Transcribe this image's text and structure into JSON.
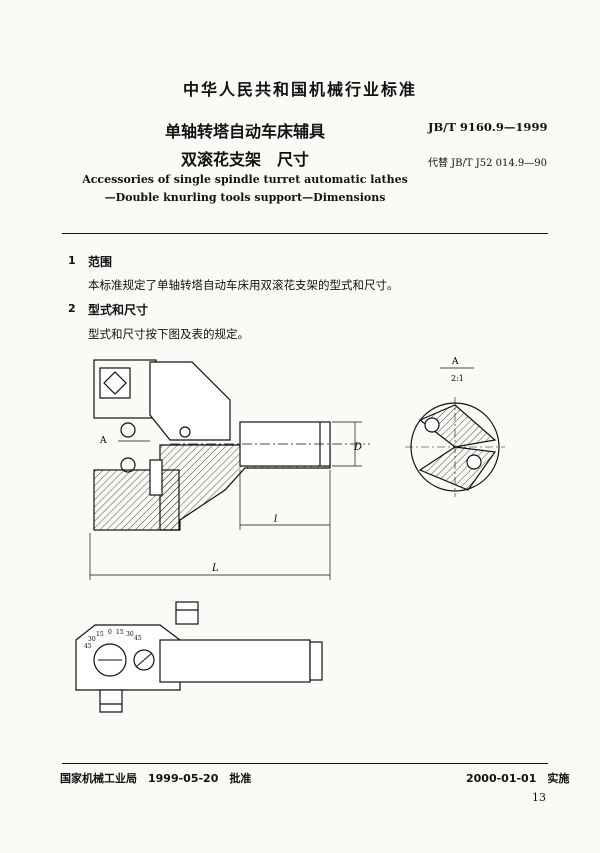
{
  "header": {
    "organization": "中华人民共和国机械行业标准",
    "standard_number": "JB/T 9160.9—1999",
    "replaces": "代替 JB/T J52 014.9—90"
  },
  "title": {
    "cn_line1": "单轴转塔自动车床辅具",
    "cn_line2": "双滚花支架　尺寸",
    "en_line1": "Accessories of single spindle turret automatic lathes",
    "en_line2": "—Double knurling tools support—Dimensions"
  },
  "sections": [
    {
      "number": "1",
      "title": "范围",
      "text": "本标准规定了单轴转塔自动车床用双滚花支架的型式和尺寸。"
    },
    {
      "number": "2",
      "title": "型式和尺寸",
      "text": "型式和尺寸按下图及表的规定。"
    }
  ],
  "drawing": {
    "label_A": "A",
    "label_D": "D",
    "label_l": "l",
    "label_L": "L",
    "detail_title": "A",
    "detail_scale": "2:1",
    "dial_marks": [
      "15",
      "0",
      "15",
      "30",
      "45",
      "30",
      "45"
    ]
  },
  "footer": {
    "approval": "国家机械工业局　1999-05-20　批准",
    "implementation": "2000-01-01　实施",
    "page_number": "13"
  }
}
